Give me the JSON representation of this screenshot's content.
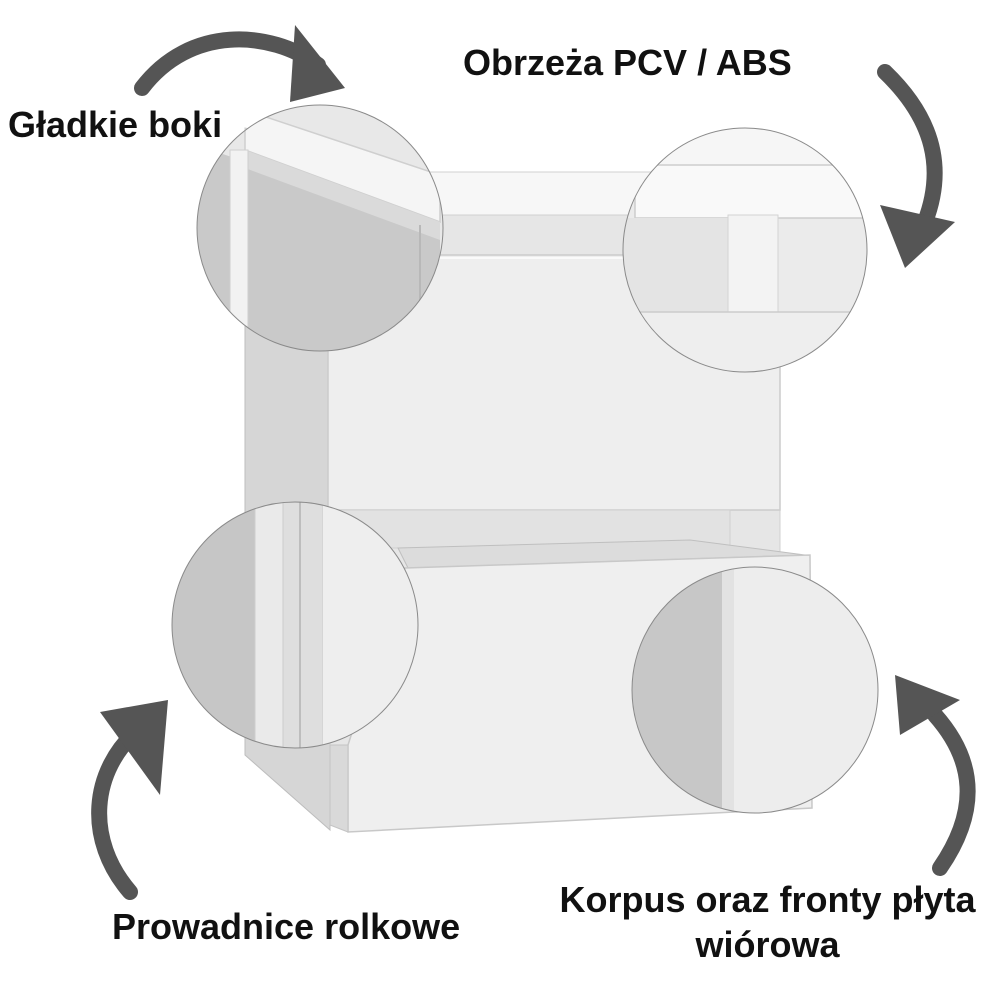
{
  "labels": {
    "smooth_sides": "Gładkie boki",
    "edge_banding": "Obrzeża PCV / ABS",
    "roller_rails": "Prowadnice rolkowe",
    "body_and_fronts": "Korpus oraz fronty płyta wiórowa"
  },
  "colors": {
    "arrow": "#555555",
    "furniture_front": "#eeeeee",
    "furniture_side": "#d4d4d4",
    "text": "#111111"
  }
}
